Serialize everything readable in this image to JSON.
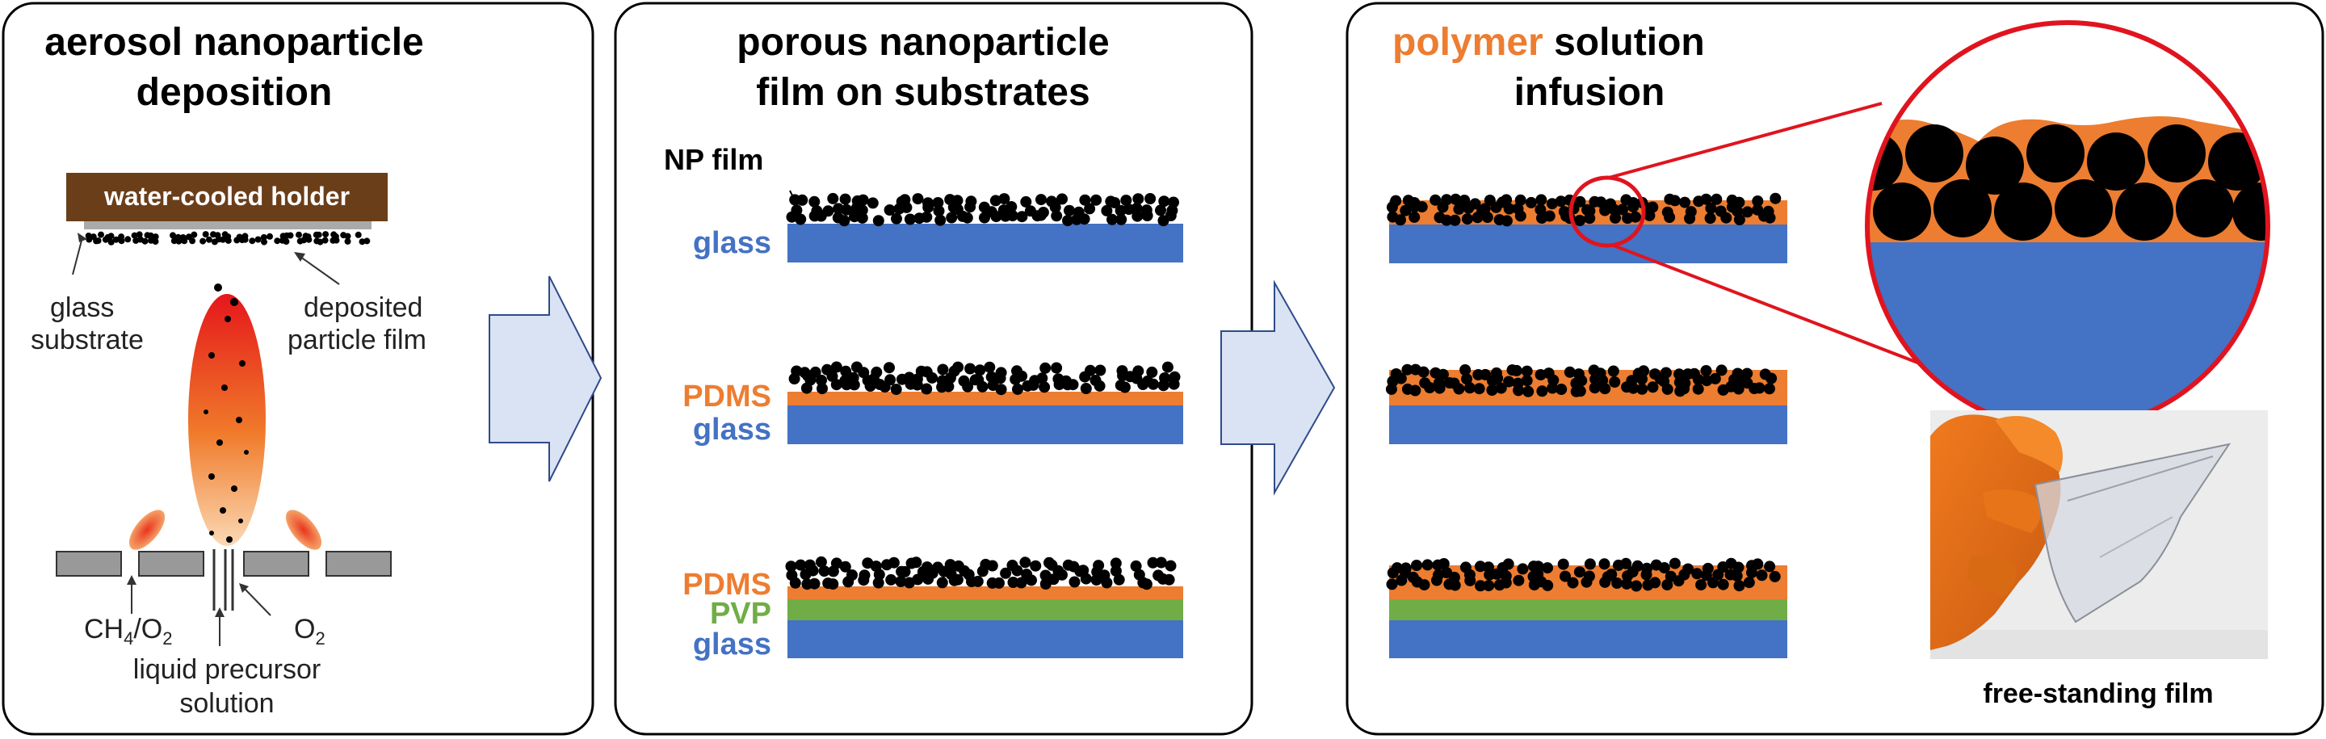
{
  "panel1": {
    "title_line1": "aerosol nanoparticle",
    "title_line2": "deposition",
    "holder_label": "water-cooled holder",
    "substrate_line1": "glass",
    "substrate_line2": "substrate",
    "deposited_line1": "deposited",
    "deposited_line2": "particle film",
    "gas_ch4": "CH",
    "gas_ch4_sub": "4",
    "gas_o2_slash": "/O",
    "gas_o2_slash_sub": "2",
    "gas_o2": "O",
    "gas_o2_sub": "2",
    "precursor_line1": "liquid precursor",
    "precursor_line2": "solution"
  },
  "panel2": {
    "title_line1": "porous nanoparticle",
    "title_line2": "film on substrates",
    "np_film": "NP film",
    "glass": "glass",
    "pdms": "PDMS",
    "pvp": "PVP"
  },
  "panel3": {
    "title_polymer": "polymer",
    "title_rest": " solution",
    "title_line2": "infusion",
    "photo_caption": "free-standing film"
  },
  "colors": {
    "glass": "#4472c4",
    "pdms": "#ed7d31",
    "pvp": "#70ad47",
    "holder": "#6b3e1a",
    "zoom_circle": "#e0141e",
    "arrow_fill": "#dae3f3",
    "arrow_stroke": "#2f4b8a"
  }
}
